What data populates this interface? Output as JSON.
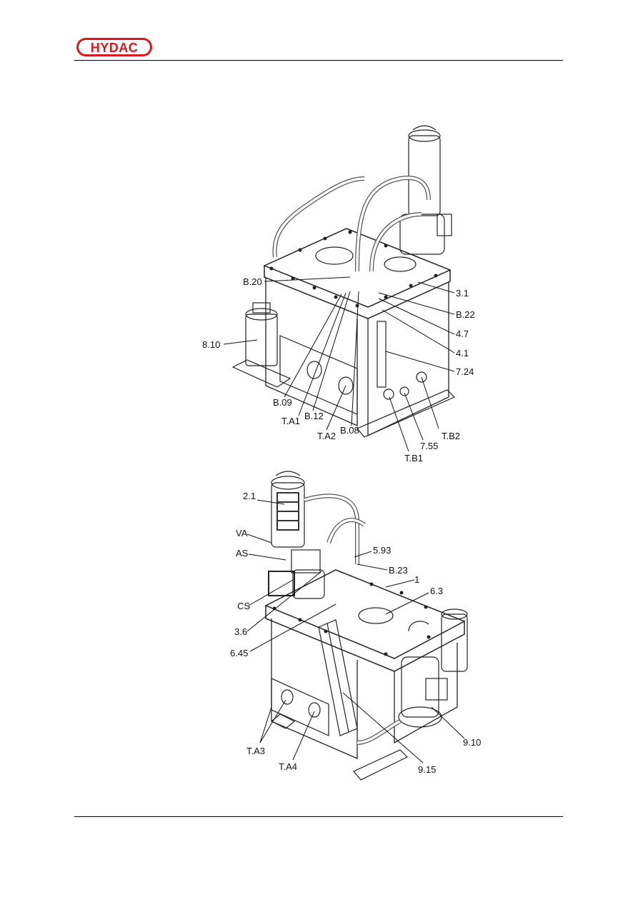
{
  "header": {
    "logo_text": "HYDAC",
    "brand_color": "#d7181f"
  },
  "figure_top": {
    "labels": {
      "b20": "B.20",
      "l31": "3.1",
      "b22": "B.22",
      "l47": "4.7",
      "l41": "4.1",
      "l724": "7.24",
      "l810": "8.10",
      "b09": "B.09",
      "ta1": "T.A1",
      "b12": "B.12",
      "ta2": "T.A2",
      "b08": "B.08",
      "tb2": "T.B2",
      "l755": "7.55",
      "tb1": "T.B1"
    }
  },
  "figure_bottom": {
    "labels": {
      "l21": "2.1",
      "va": "VA",
      "as": "AS",
      "l593": "5.93",
      "b23": "B.23",
      "l1": "1",
      "l63": "6.3",
      "cs": "CS",
      "l36": "3.6",
      "l645": "6.45",
      "ta3": "T.A3",
      "ta4": "T.A4",
      "l915": "9.15",
      "l910": "9.10"
    }
  }
}
